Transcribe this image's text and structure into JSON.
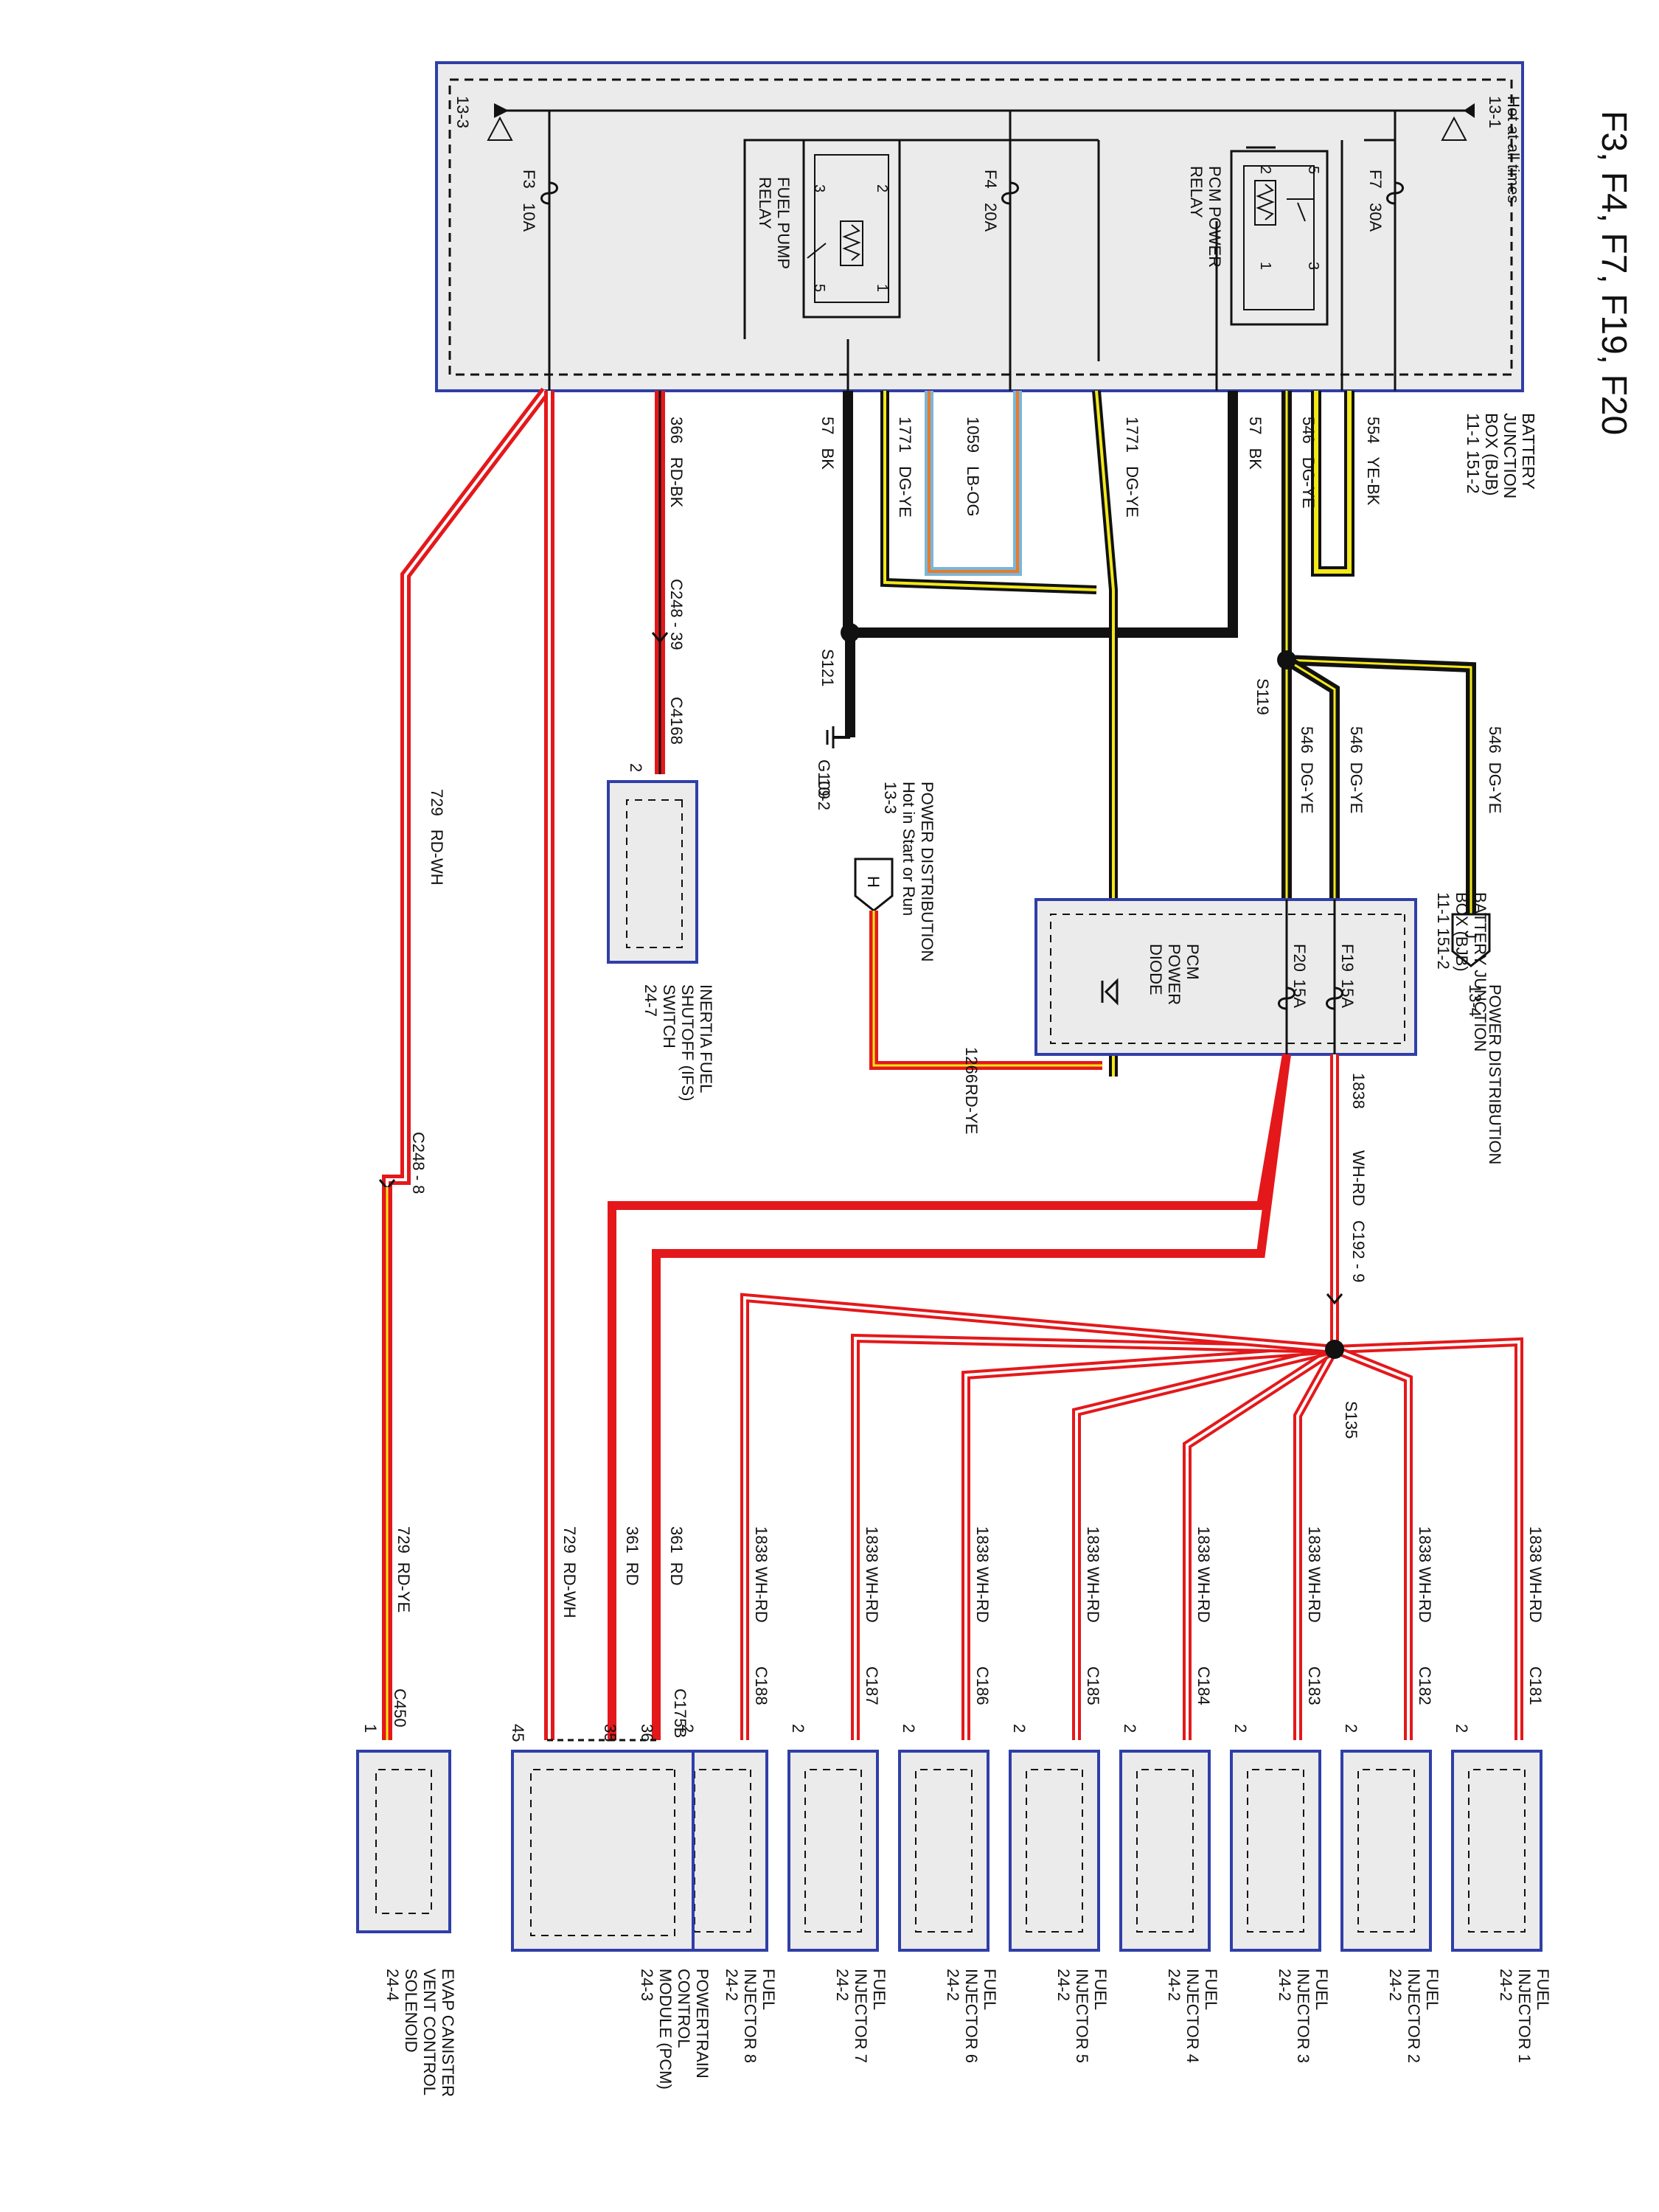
{
  "page_title": "F3, F4, F7, F19, F20",
  "colors": {
    "red": "#e4181b",
    "black": "#111111",
    "yellow": "#f2e81a",
    "dark_green": "#2a2a2a",
    "light_blue": "#7ab6d8",
    "orange": "#e97a2a",
    "white": "#ffffff",
    "box_border": "#2f3fa8",
    "box_fill": "#ebebeb"
  },
  "bjb_top": {
    "name_lines": [
      "BATTERY",
      "JUNCTION",
      "BOX (BJB)",
      "11-1  151-2"
    ],
    "hot_label": [
      "Hot at all times",
      "13-1"
    ],
    "ref_13_3": "13-3",
    "fuses": [
      {
        "id": "F7",
        "amps": "30A"
      },
      {
        "id": "F4",
        "amps": "20A"
      },
      {
        "id": "F3",
        "amps": "10A"
      }
    ],
    "pcm_relay": [
      "PCM POWER",
      "RELAY"
    ],
    "fuel_pump_relay": [
      "FUEL PUMP",
      "RELAY"
    ],
    "relay_pins": [
      "1",
      "2",
      "3",
      "5"
    ]
  },
  "wires_top": [
    {
      "circuit": "554",
      "color": "YE-BK"
    },
    {
      "circuit": "546",
      "color": "DG-YE"
    },
    {
      "circuit": "57",
      "color": "BK"
    },
    {
      "circuit": "1771",
      "color": "DG-YE"
    },
    {
      "circuit": "1059",
      "color": "LB-OG"
    },
    {
      "circuit": "1771",
      "color": "DG-YE"
    },
    {
      "circuit": "57",
      "color": "BK"
    },
    {
      "circuit": "366",
      "color": "RD-BK"
    },
    {
      "circuit": "729",
      "color": "RD-WH"
    }
  ],
  "splices": {
    "s119": "S119",
    "s121": "S121",
    "s135": "S135"
  },
  "ground": {
    "id": "G109",
    "ref": "10-2"
  },
  "connectors": {
    "c248_39": "C248 - 39",
    "c4168": "C4168",
    "c248_8": "C248 - 8",
    "c192_9": "C192 - 9"
  },
  "power_dist_j": {
    "letter": "J",
    "lines": [
      "POWER DISTRIBUTION",
      "13-4"
    ]
  },
  "power_dist_h": {
    "letter": "H",
    "lines": [
      "POWER DISTRIBUTION",
      "Hot in Start or Run",
      "13-3"
    ]
  },
  "bjb_mid": {
    "name_lines": [
      "BATTERY JUNCTION",
      "BOX (BJB)",
      "11-1  151-2"
    ],
    "fuses": [
      {
        "id": "F19",
        "amps": "15A"
      },
      {
        "id": "F20",
        "amps": "15A"
      }
    ],
    "diode": [
      "PCM",
      "POWER",
      "DIODE"
    ]
  },
  "wire_546": [
    {
      "circuit": "546",
      "color": "DG-YE"
    },
    {
      "circuit": "546",
      "color": "DG-YE"
    },
    {
      "circuit": "546",
      "color": "DG-YE"
    }
  ],
  "wire_1266": {
    "circuit": "1266",
    "color": "RD-YE"
  },
  "wire_1838": {
    "circuit": "1838",
    "color": "WH-RD"
  },
  "wire_729_lower": [
    {
      "circuit": "729",
      "color": "RD-WH"
    },
    {
      "circuit": "729",
      "color": "RD-YE"
    }
  ],
  "ifs": {
    "pin": "2",
    "lines": [
      "INERTIA FUEL",
      "SHUTOFF (IFS)",
      "SWITCH",
      "24-7"
    ]
  },
  "injectors": [
    {
      "conn": "C181",
      "pin": "2",
      "circuit": "1838",
      "color": "WH-RD",
      "lines": [
        "FUEL",
        "INJECTOR 1",
        "24-2"
      ]
    },
    {
      "conn": "C182",
      "pin": "2",
      "circuit": "1838",
      "color": "WH-RD",
      "lines": [
        "FUEL",
        "INJECTOR 2",
        "24-2"
      ]
    },
    {
      "conn": "C183",
      "pin": "2",
      "circuit": "1838",
      "color": "WH-RD",
      "lines": [
        "FUEL",
        "INJECTOR 3",
        "24-2"
      ]
    },
    {
      "conn": "C184",
      "pin": "2",
      "circuit": "1838",
      "color": "WH-RD",
      "lines": [
        "FUEL",
        "INJECTOR 4",
        "24-2"
      ]
    },
    {
      "conn": "C185",
      "pin": "2",
      "circuit": "1838",
      "color": "WH-RD",
      "lines": [
        "FUEL",
        "INJECTOR 5",
        "24-2"
      ]
    },
    {
      "conn": "C186",
      "pin": "2",
      "circuit": "1838",
      "color": "WH-RD",
      "lines": [
        "FUEL",
        "INJECTOR 6",
        "24-2"
      ]
    },
    {
      "conn": "C187",
      "pin": "2",
      "circuit": "1838",
      "color": "WH-RD",
      "lines": [
        "FUEL",
        "INJECTOR 7",
        "24-2"
      ]
    },
    {
      "conn": "C188",
      "pin": "2",
      "circuit": "1838",
      "color": "WH-RD",
      "lines": [
        "FUEL",
        "INJECTOR 8",
        "24-2"
      ]
    }
  ],
  "pcm": {
    "conn": "C175B",
    "pins": [
      "36",
      "35",
      "45",
      "36"
    ],
    "wires": [
      {
        "circuit": "361",
        "color": "RD"
      },
      {
        "circuit": "361",
        "color": "RD"
      },
      {
        "circuit": "729",
        "color": "RD-WH"
      }
    ],
    "lines": [
      "POWERTRAIN",
      "CONTROL",
      "MODULE (PCM)",
      "24-3"
    ]
  },
  "evap": {
    "conn": "C450",
    "pin": "1",
    "lines": [
      "EVAP CANISTER",
      "VENT CONTROL",
      "SOLENOID",
      "24-4"
    ]
  }
}
